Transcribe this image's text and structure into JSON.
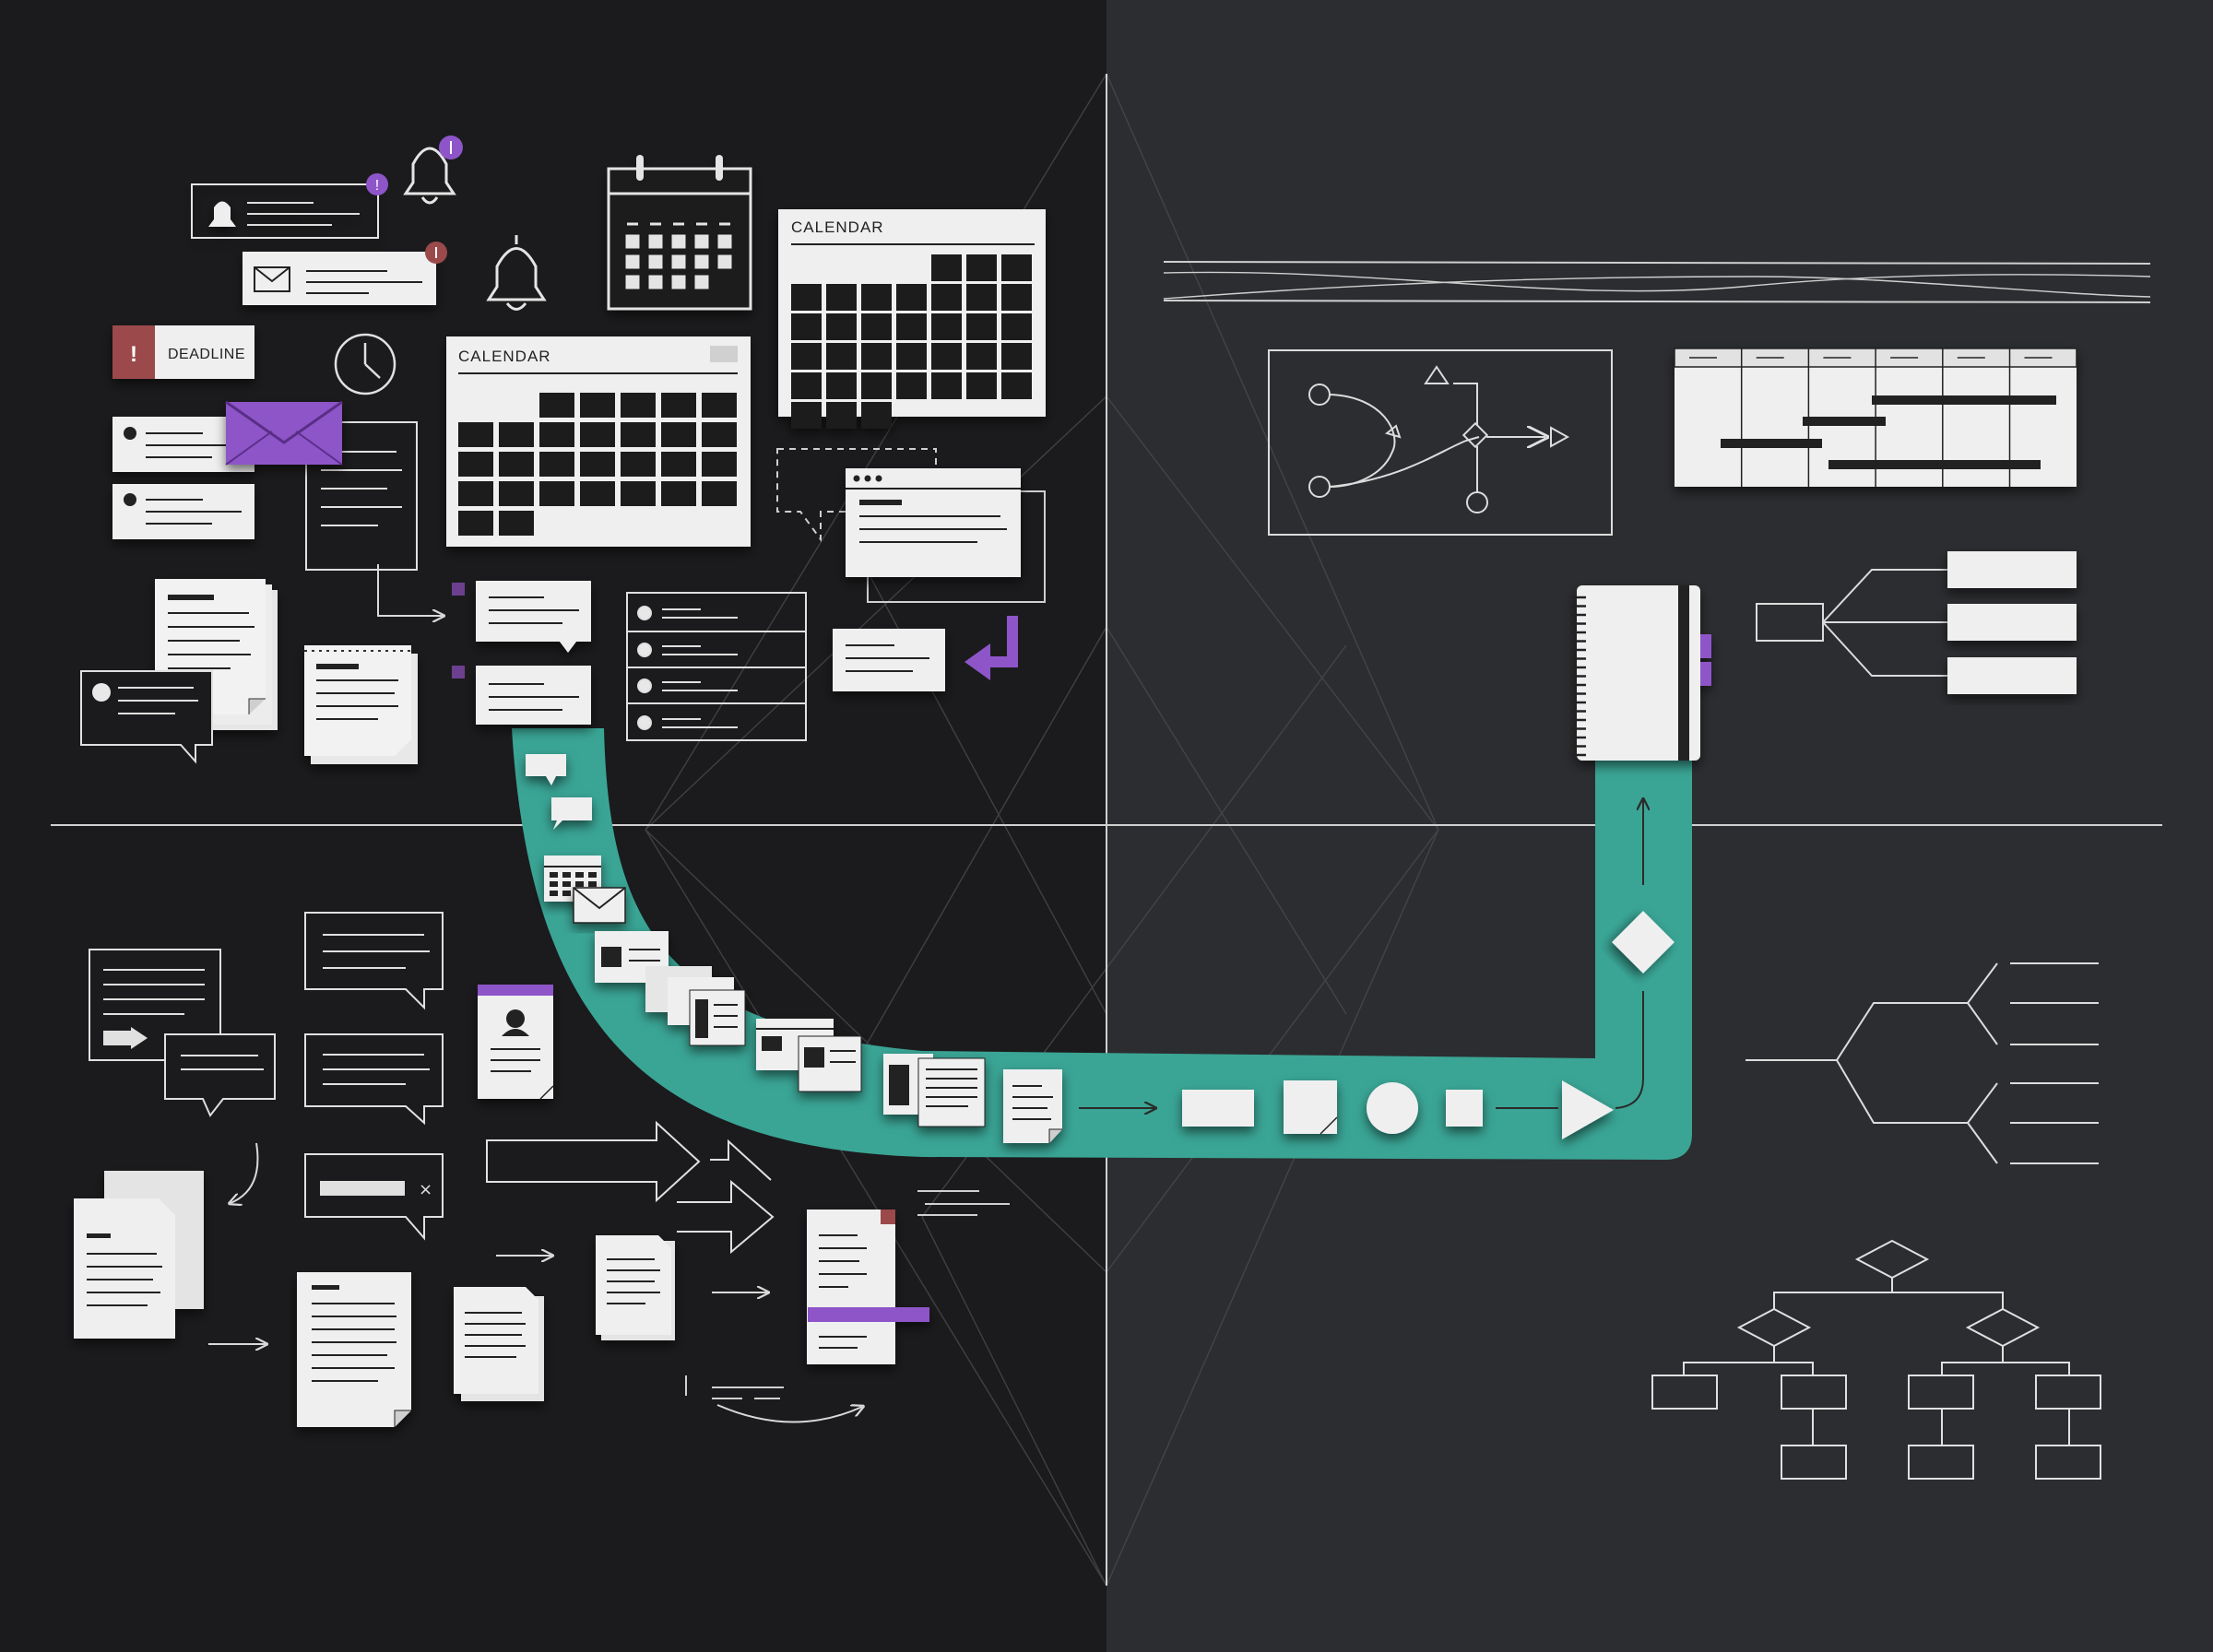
{
  "labels": {
    "deadline": "DEADLINE",
    "calendar_small": "CALENDAR",
    "calendar_large": "CALENDAR",
    "alert_mark": "!",
    "close_mark": "×"
  },
  "colors": {
    "background_left": "#1b1b1d",
    "background_right": "#2c2d30",
    "paper": "#efefef",
    "ink": "#1e1e1e",
    "line": "#d4d4d4",
    "accent_purple": "#8e55c9",
    "accent_teal": "#3aa595",
    "alert_red": "#9b4a4c"
  },
  "icons": [
    "bell-icon",
    "envelope-icon",
    "clock-icon",
    "calendar-icon",
    "notepad-icon",
    "chat-bubble-icon",
    "document-icon",
    "arrow-icon",
    "avatar-icon",
    "notebook-icon",
    "flowchart-diamond-icon",
    "gantt-chart-icon",
    "mind-map-icon",
    "tree-diagram-icon"
  ]
}
